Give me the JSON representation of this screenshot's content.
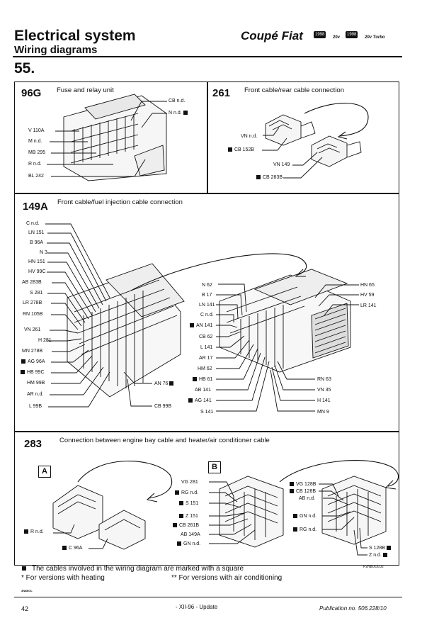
{
  "header": {
    "title": "Electrical system",
    "subtitle": "Wiring diagrams",
    "number": "55.",
    "brand": "Coupé Fiat",
    "badge1": "1998",
    "variant1": "20v",
    "badge2": "1998",
    "variant2": "20v Turbo"
  },
  "sections": {
    "s96g": {
      "code": "96G",
      "title": "Fuse and relay unit",
      "labels": [
        "CB n.d.",
        "N n.d.",
        "V 110A",
        "M n.d.",
        "MB 295",
        "R n.d.",
        "BL 242"
      ]
    },
    "s261": {
      "code": "261",
      "title": "Front cable/rear cable connection",
      "labels": [
        "VN n.d.",
        "CB 152B",
        "VN 149",
        "CB 283B"
      ]
    },
    "s149a": {
      "code": "149A",
      "title": "Front cable/fuel injection cable connection",
      "left_labels": [
        "C n.d.",
        "LN 151",
        "B 96A",
        "N 3",
        "HN 151",
        "HV 99C",
        "AB 283B",
        "S 281",
        "LR 278B",
        "RN 105B",
        "VN 261",
        "H 281",
        "MN 278B",
        "AG 96A",
        "HB 99C",
        "HM 99B",
        "AR n.d.",
        "L 99B"
      ],
      "bottom_labels": [
        "AN 76",
        "CB 99B"
      ],
      "mid_labels": [
        "N 62",
        "B 17",
        "LN 141",
        "C n.d.",
        "AN 141",
        "CB 62",
        "L 141",
        "AR 17",
        "HM 62",
        "HB 61",
        "AB 141",
        "AG 141",
        "S 141"
      ],
      "right_labels": [
        "HN 65",
        "HV 59",
        "LR 141",
        "RN 63",
        "VN 35",
        "H 141",
        "MN 9"
      ]
    },
    "s283": {
      "code": "283",
      "title": "Connection between engine bay cable and heater/air conditioner cable",
      "box_a": "A",
      "box_b": "B",
      "a_labels": [
        "R n.d.",
        "C 96A"
      ],
      "b_left_labels": [
        "VG 281",
        "RG n.d.",
        "S 151",
        "Z 151",
        "CB 261B",
        "AB 149A",
        "GN n.d."
      ],
      "b_right_labels": [
        "VG 128B",
        "CB 128B",
        "AB n.d.",
        "GN n.d.",
        "RG n.d.",
        "S 128B",
        "Z n.d."
      ],
      "ref": "P2N8OOL02"
    }
  },
  "footnotes": {
    "square_note": "The cables involved in the wiring diagram are marked with a square",
    "star1": "* For versions with heating",
    "star2": "** For versions with air conditioning"
  },
  "footer": {
    "small_code": "3N8BOL",
    "page": "42",
    "update": "- XII-96 - Update",
    "publication": "Publication no. 506.228/10"
  }
}
